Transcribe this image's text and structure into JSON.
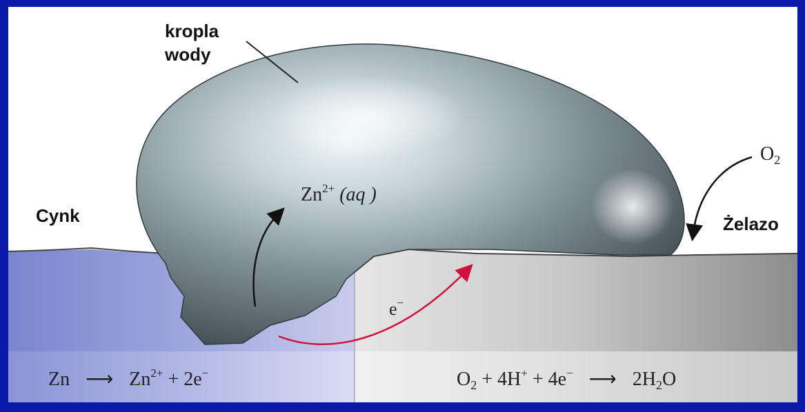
{
  "labels": {
    "drop_line1": "kropla",
    "drop_line2": "wody",
    "zinc": "Cynk",
    "iron": "Żelazo",
    "oxygen": "O",
    "oxygen_sub": "2",
    "zinc_ion": "Zn",
    "zinc_ion_sup": "2+",
    "zinc_ion_phase": "(aq )",
    "electron": "e",
    "electron_sup": "−"
  },
  "equations": {
    "anode_reactant": "Zn",
    "anode_product": "Zn",
    "anode_product_sup": "2+",
    "anode_rest": " + 2e",
    "anode_rest_sup": "−",
    "cathode_o": "O",
    "cathode_o_sub": "2",
    "cathode_mid": " + 4H",
    "cathode_h_sup": "+",
    "cathode_mid2": " + 4e",
    "cathode_e_sup": "−",
    "cathode_prod": "2H",
    "cathode_prod_sub": "2",
    "cathode_prod_end": "O",
    "arrow": "⟶"
  },
  "colors": {
    "frame": "#0a1aa8",
    "zinc_metal": "#8f98d6",
    "iron_metal": "#b8b8b8",
    "drop": "#8a979b",
    "electron_arrow": "#d0103a"
  }
}
